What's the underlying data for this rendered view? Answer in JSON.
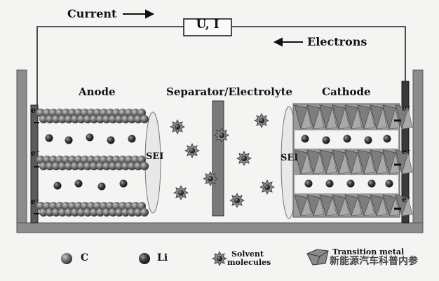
{
  "labels": {
    "current": "Current",
    "electrons": "Electrons",
    "ui_box": "U, I",
    "anode": "Anode",
    "separator": "Separator/Electrolyte",
    "cathode": "Cathode",
    "sei_left": "SEI",
    "sei_right": "SEI",
    "electron_symbol": "e⁻"
  },
  "legend": {
    "carbon": "C",
    "lithium": "Li",
    "solvent_line1": "Solvent",
    "solvent_line2": "molecules",
    "transition_metal": "Transition metal"
  },
  "watermark": "新能源汽车科普内参",
  "colors": {
    "ink": "#111111",
    "frame": "#6f6f6f",
    "carbon": "#5a5a5a",
    "lithium": "#2e2e2e",
    "cathode_fill": "#8a8a8a",
    "separator": "#7a7a7a"
  }
}
